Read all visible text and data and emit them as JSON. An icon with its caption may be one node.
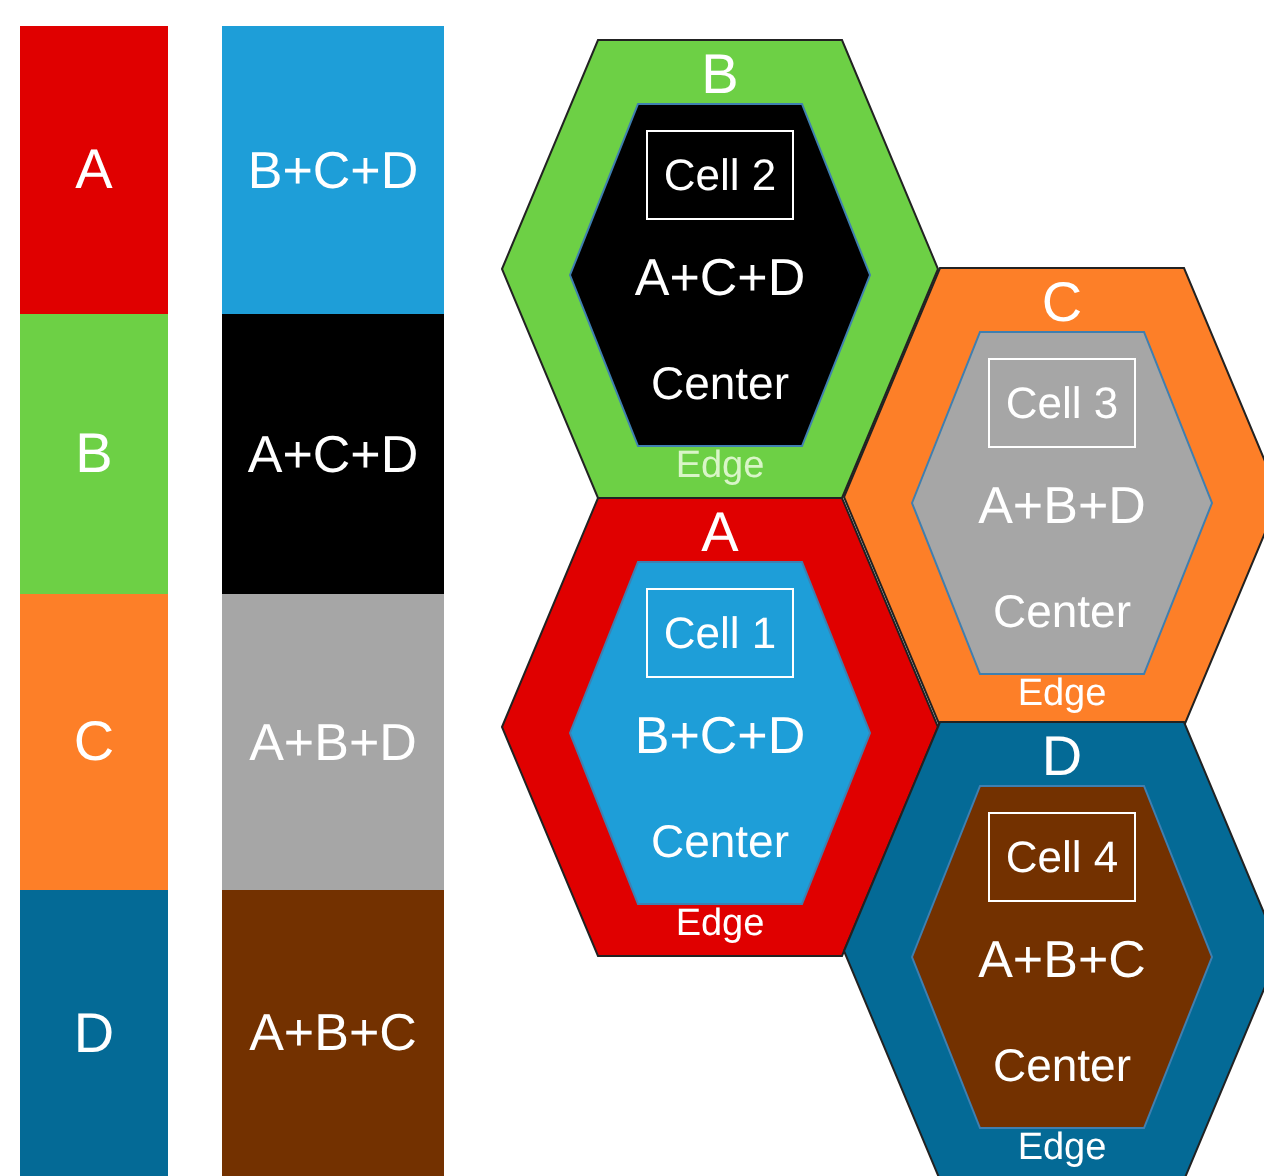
{
  "diagram": {
    "nodes": [
      {
        "text": [
          "A"
        ]
      },
      {
        "text": [
          "B"
        ]
      },
      {
        "text": [
          "C"
        ]
      },
      {
        "text": [
          "D"
        ]
      },
      {
        "text": [
          "B+C+D"
        ]
      },
      {
        "text": [
          "A+C+D"
        ]
      },
      {
        "text": [
          "A+B+D"
        ]
      },
      {
        "text": [
          "A+B+C"
        ]
      },
      {
        "text": [
          "B",
          "Edge"
        ]
      },
      {
        "text": [
          "A+C+D",
          "Center"
        ],
        "in": 8
      },
      {
        "text": [
          "Cell 2"
        ],
        "in": 9
      },
      {
        "text": [
          "C",
          "Edge"
        ]
      },
      {
        "text": [
          "A+B+D",
          "Center"
        ],
        "in": 11
      },
      {
        "text": [
          "Cell 3"
        ],
        "in": 12
      },
      {
        "text": [
          "A",
          "Edge"
        ]
      },
      {
        "text": [
          "B+C+D",
          "Center"
        ],
        "in": 14
      },
      {
        "text": [
          "Cell 1"
        ],
        "in": 15
      },
      {
        "text": [
          "D",
          "Edge"
        ]
      },
      {
        "text": [
          "A+B+C",
          "Center"
        ],
        "in": 17
      },
      {
        "text": [
          "Cell 4"
        ],
        "in": 18
      }
    ]
  }
}
